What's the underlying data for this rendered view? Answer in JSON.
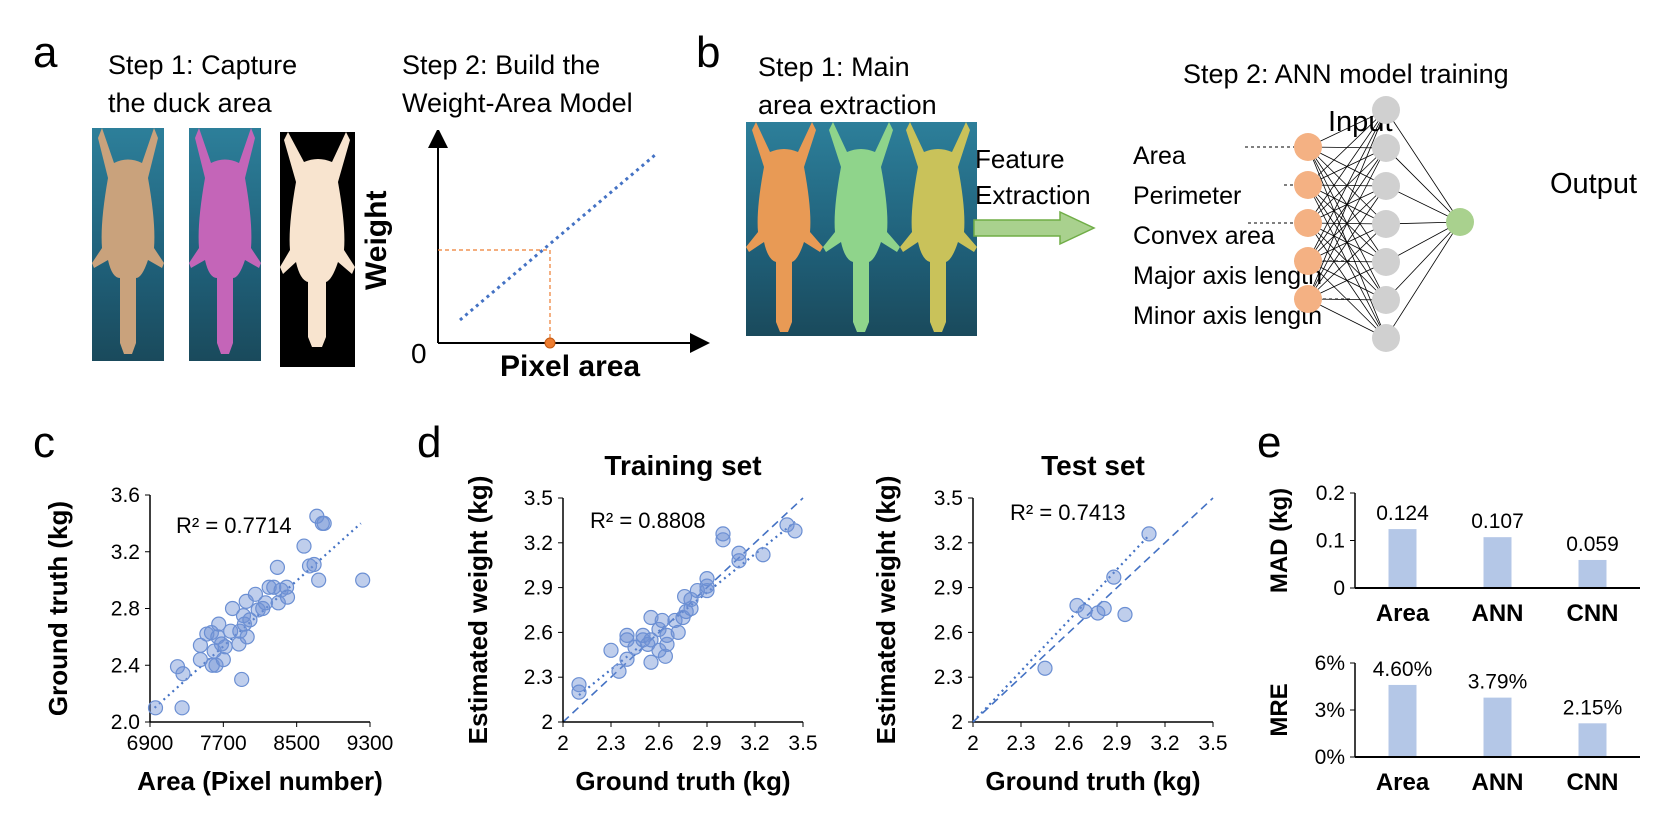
{
  "panels": {
    "a": {
      "letter": "a",
      "step1": "Step 1: Capture\nthe duck area",
      "step2": "Step 2: Build the\nWeight-Area Model",
      "diagram": {
        "y_label": "Weight",
        "x_label": "Pixel area",
        "origin": "0"
      }
    },
    "b": {
      "letter": "b",
      "step1": "Step 1: Main\narea extraction",
      "arrow_label": "Feature\nExtraction",
      "step2": "Step 2: ANN model training",
      "input_label": "Input",
      "output_label": "Output",
      "features": [
        "Area",
        "Perimeter",
        "Convex area",
        "Major axis length",
        "Minor axis length"
      ],
      "colors": {
        "input": "#f4b183",
        "hidden": "#d0d0d0",
        "output": "#a9d18e",
        "arrow": "#a9d18e"
      }
    },
    "c": {
      "letter": "c"
    },
    "d": {
      "letter": "d"
    },
    "e": {
      "letter": "e"
    }
  },
  "chart_data": [
    {
      "id": "c",
      "type": "scatter",
      "title": "",
      "xlabel": "Area (Pixel number)",
      "ylabel": "Ground truth (kg)",
      "xlim": [
        6900,
        9300
      ],
      "ylim": [
        2.0,
        3.6
      ],
      "xticks": [
        "6900",
        "7700",
        "8500",
        "9300"
      ],
      "yticks": [
        "2.0",
        "2.4",
        "2.8",
        "3.2",
        "3.6"
      ],
      "annotation": "R² = 0.7714",
      "trendline": {
        "x": [
          6950,
          9200
        ],
        "y": [
          2.1,
          3.4
        ]
      },
      "points": [
        [
          6960,
          2.1
        ],
        [
          7200,
          2.39
        ],
        [
          7250,
          2.1
        ],
        [
          7260,
          2.34
        ],
        [
          7450,
          2.54
        ],
        [
          7450,
          2.44
        ],
        [
          7520,
          2.62
        ],
        [
          7570,
          2.63
        ],
        [
          7580,
          2.4
        ],
        [
          7600,
          2.5
        ],
        [
          7620,
          2.4
        ],
        [
          7640,
          2.6
        ],
        [
          7650,
          2.69
        ],
        [
          7680,
          2.55
        ],
        [
          7700,
          2.44
        ],
        [
          7720,
          2.53
        ],
        [
          7780,
          2.64
        ],
        [
          7800,
          2.8
        ],
        [
          7870,
          2.55
        ],
        [
          7880,
          2.64
        ],
        [
          7900,
          2.3
        ],
        [
          7920,
          2.75
        ],
        [
          7930,
          2.69
        ],
        [
          7950,
          2.85
        ],
        [
          7960,
          2.6
        ],
        [
          7990,
          2.72
        ],
        [
          8050,
          2.9
        ],
        [
          8080,
          2.79
        ],
        [
          8130,
          2.8
        ],
        [
          8160,
          2.84
        ],
        [
          8200,
          2.95
        ],
        [
          8250,
          2.95
        ],
        [
          8290,
          3.09
        ],
        [
          8300,
          2.84
        ],
        [
          8330,
          2.93
        ],
        [
          8390,
          2.95
        ],
        [
          8400,
          2.88
        ],
        [
          8580,
          3.24
        ],
        [
          8640,
          3.1
        ],
        [
          8690,
          3.11
        ],
        [
          8720,
          3.45
        ],
        [
          8740,
          3.0
        ],
        [
          8780,
          3.4
        ],
        [
          8800,
          3.4
        ],
        [
          9220,
          3.0
        ]
      ]
    },
    {
      "id": "d-train",
      "type": "scatter",
      "title": "Training set",
      "xlabel": "Ground truth (kg)",
      "ylabel": "Estimated weight (kg)",
      "xlim": [
        2.0,
        3.5
      ],
      "ylim": [
        2.0,
        3.5
      ],
      "xticks": [
        "2",
        "2.3",
        "2.6",
        "2.9",
        "3.2",
        "3.5"
      ],
      "yticks": [
        "2",
        "2.3",
        "2.6",
        "2.9",
        "3.2",
        "3.5"
      ],
      "annotation": "R² = 0.8808",
      "trendline": {
        "x": [
          2.1,
          3.45
        ],
        "y": [
          2.18,
          3.34
        ]
      },
      "points": [
        [
          2.1,
          2.25
        ],
        [
          2.1,
          2.2
        ],
        [
          2.3,
          2.48
        ],
        [
          2.35,
          2.34
        ],
        [
          2.4,
          2.58
        ],
        [
          2.4,
          2.55
        ],
        [
          2.4,
          2.42
        ],
        [
          2.45,
          2.5
        ],
        [
          2.5,
          2.55
        ],
        [
          2.5,
          2.58
        ],
        [
          2.53,
          2.52
        ],
        [
          2.55,
          2.4
        ],
        [
          2.55,
          2.55
        ],
        [
          2.55,
          2.7
        ],
        [
          2.6,
          2.48
        ],
        [
          2.6,
          2.62
        ],
        [
          2.62,
          2.68
        ],
        [
          2.64,
          2.44
        ],
        [
          2.65,
          2.52
        ],
        [
          2.65,
          2.58
        ],
        [
          2.7,
          2.68
        ],
        [
          2.72,
          2.6
        ],
        [
          2.75,
          2.7
        ],
        [
          2.76,
          2.84
        ],
        [
          2.77,
          2.74
        ],
        [
          2.8,
          2.76
        ],
        [
          2.8,
          2.82
        ],
        [
          2.84,
          2.88
        ],
        [
          2.9,
          2.88
        ],
        [
          2.9,
          2.91
        ],
        [
          2.9,
          2.96
        ],
        [
          3.0,
          3.22
        ],
        [
          3.0,
          3.26
        ],
        [
          3.1,
          3.08
        ],
        [
          3.1,
          3.13
        ],
        [
          3.25,
          3.12
        ],
        [
          3.4,
          3.32
        ],
        [
          3.45,
          3.28
        ]
      ]
    },
    {
      "id": "d-test",
      "type": "scatter",
      "title": "Test set",
      "xlabel": "Ground truth (kg)",
      "ylabel": "Estimated weight (kg)",
      "xlim": [
        2.0,
        3.5
      ],
      "ylim": [
        2.0,
        3.5
      ],
      "xticks": [
        "2",
        "2.3",
        "2.6",
        "2.9",
        "3.2",
        "3.5"
      ],
      "yticks": [
        "2",
        "2.3",
        "2.6",
        "2.9",
        "3.2",
        "3.5"
      ],
      "annotation": "R² = 0.7413",
      "trendline": {
        "x": [
          2.0,
          3.1
        ],
        "y": [
          2.0,
          3.25
        ]
      },
      "points": [
        [
          2.45,
          2.36
        ],
        [
          2.65,
          2.78
        ],
        [
          2.7,
          2.74
        ],
        [
          2.78,
          2.73
        ],
        [
          2.82,
          2.76
        ],
        [
          2.88,
          2.97
        ],
        [
          2.95,
          2.72
        ],
        [
          3.1,
          3.26
        ]
      ]
    },
    {
      "id": "e-mad",
      "type": "bar",
      "ylabel": "MAD (kg)",
      "categories": [
        "Area",
        "ANN",
        "CNN"
      ],
      "values": [
        0.124,
        0.107,
        0.059
      ],
      "value_labels": [
        "0.124",
        "0.107",
        "0.059"
      ],
      "ylim": [
        0,
        0.2
      ],
      "yticks": [
        "0",
        "0.1",
        "0.2"
      ],
      "color": "#b4c7e7"
    },
    {
      "id": "e-mre",
      "type": "bar",
      "ylabel": "MRE",
      "categories": [
        "Area",
        "ANN",
        "CNN"
      ],
      "values": [
        4.6,
        3.79,
        2.15
      ],
      "value_labels": [
        "4.60%",
        "3.79%",
        "2.15%"
      ],
      "ylim": [
        0,
        6
      ],
      "yticks": [
        "0%",
        "3%",
        "6%"
      ],
      "color": "#b4c7e7"
    }
  ]
}
